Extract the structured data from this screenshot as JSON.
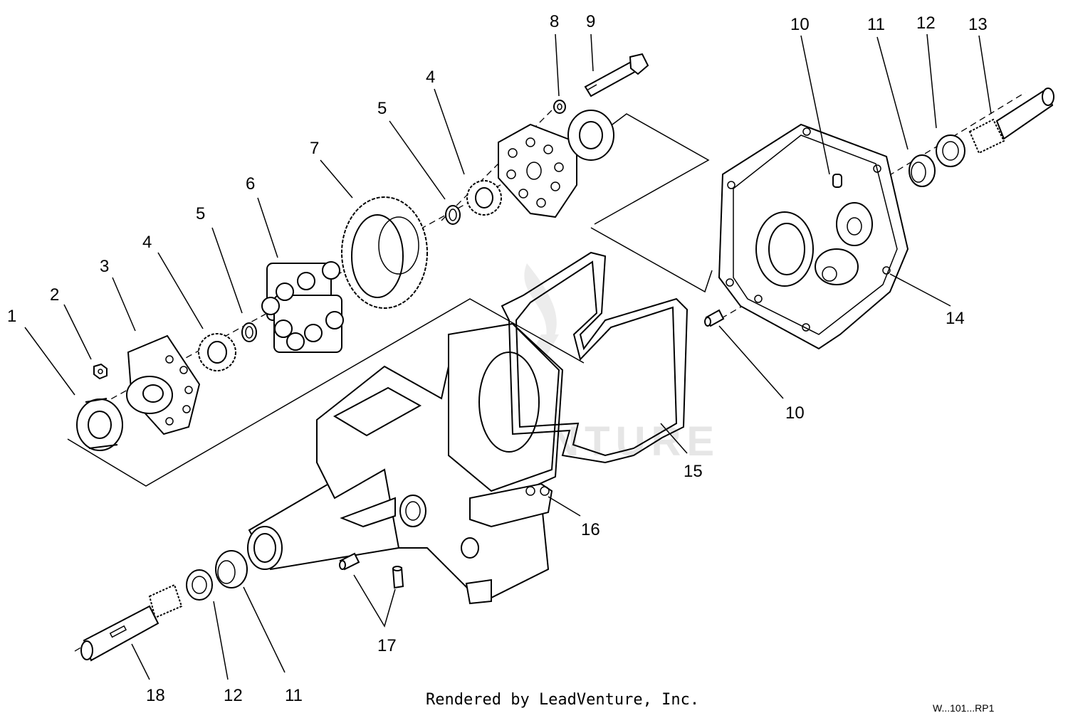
{
  "watermark": "LEADVENTURE",
  "footer": "Rendered by LeadVenture, Inc.",
  "corner_code": "W...101...RP1",
  "callouts": [
    {
      "id": "c1",
      "label": "1"
    },
    {
      "id": "c2",
      "label": "2"
    },
    {
      "id": "c3",
      "label": "3"
    },
    {
      "id": "c4a",
      "label": "4"
    },
    {
      "id": "c5a",
      "label": "5"
    },
    {
      "id": "c6",
      "label": "6"
    },
    {
      "id": "c7",
      "label": "7"
    },
    {
      "id": "c5b",
      "label": "5"
    },
    {
      "id": "c4b",
      "label": "4"
    },
    {
      "id": "c8",
      "label": "8"
    },
    {
      "id": "c9",
      "label": "9"
    },
    {
      "id": "c10a",
      "label": "10"
    },
    {
      "id": "c11a",
      "label": "11"
    },
    {
      "id": "c12a",
      "label": "12"
    },
    {
      "id": "c13",
      "label": "13"
    },
    {
      "id": "c14",
      "label": "14"
    },
    {
      "id": "c10b",
      "label": "10"
    },
    {
      "id": "c15",
      "label": "15"
    },
    {
      "id": "c16",
      "label": "16"
    },
    {
      "id": "c17",
      "label": "17"
    },
    {
      "id": "c18",
      "label": "18"
    },
    {
      "id": "c12b",
      "label": "12"
    },
    {
      "id": "c11b",
      "label": "11"
    }
  ]
}
